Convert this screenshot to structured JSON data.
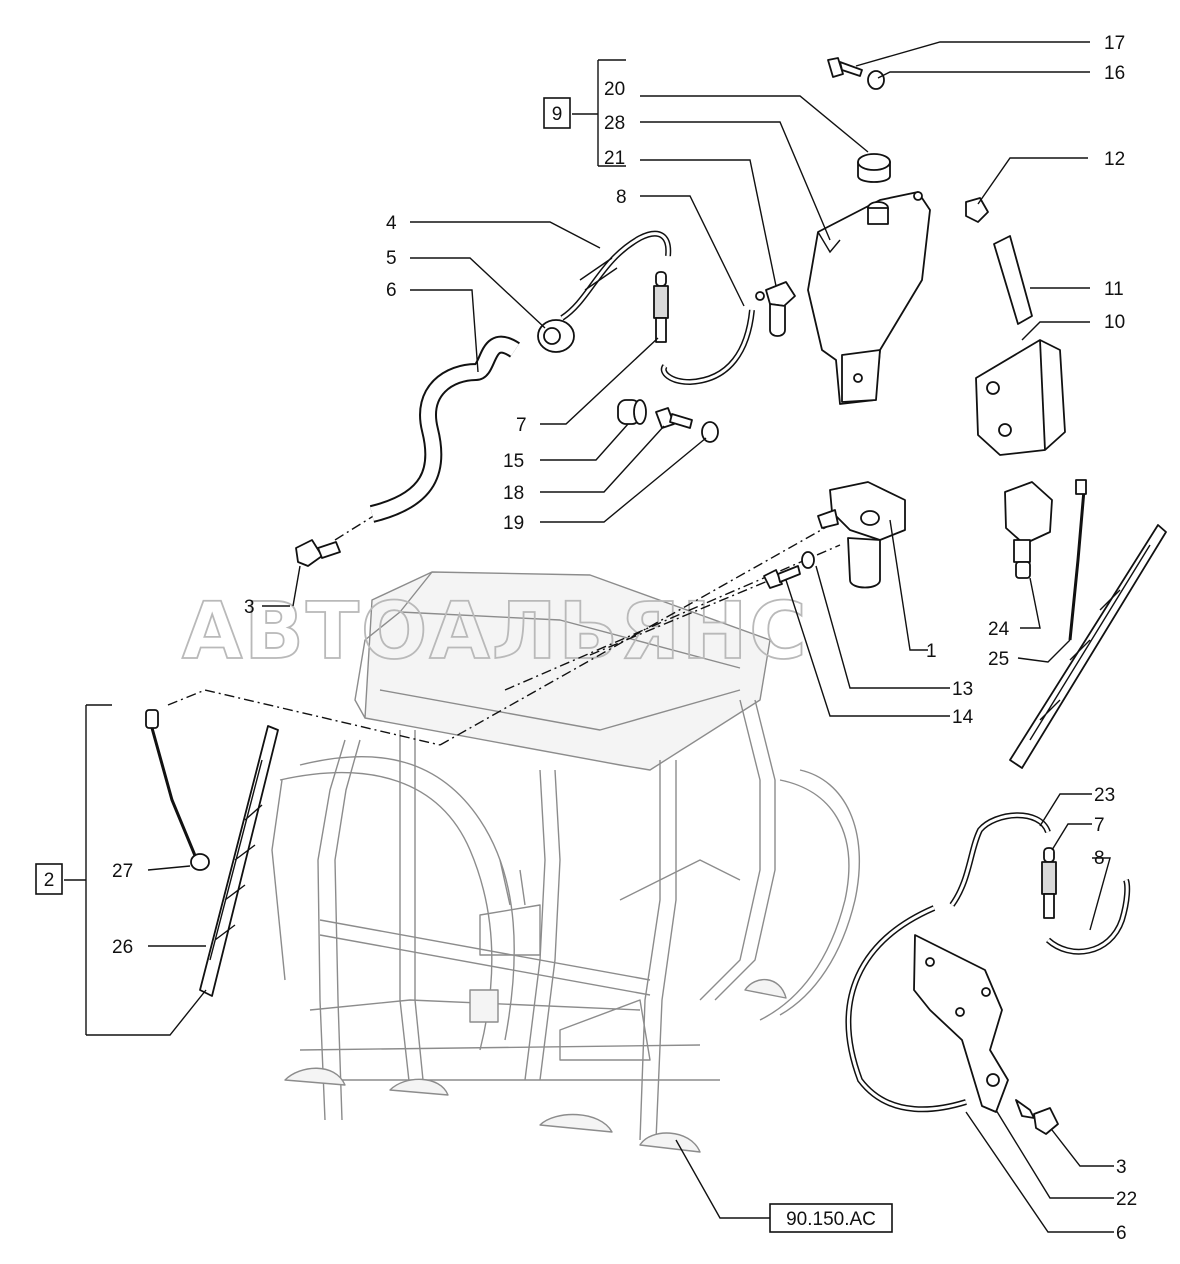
{
  "watermark": "АВТОАЛЬЯНС",
  "reference": "90.150.AC",
  "groups": [
    {
      "id": "9",
      "members": [
        "20",
        "28",
        "21"
      ]
    },
    {
      "id": "2",
      "members": [
        "27",
        "26"
      ]
    }
  ],
  "callouts": {
    "c17": "17",
    "c16": "16",
    "c20": "20",
    "c28": "28",
    "c21": "21",
    "c12": "12",
    "c8a": "8",
    "c4": "4",
    "c5": "5",
    "c6a": "6",
    "c11": "11",
    "c10": "10",
    "c7a": "7",
    "c15": "15",
    "c18": "18",
    "c19": "19",
    "c3a": "3",
    "c24": "24",
    "c1": "1",
    "c25": "25",
    "c13": "13",
    "c14": "14",
    "c23": "23",
    "c7b": "7",
    "c8b": "8",
    "c27": "27",
    "c26": "26",
    "c3b": "3",
    "c22": "22",
    "c6b": "6"
  }
}
